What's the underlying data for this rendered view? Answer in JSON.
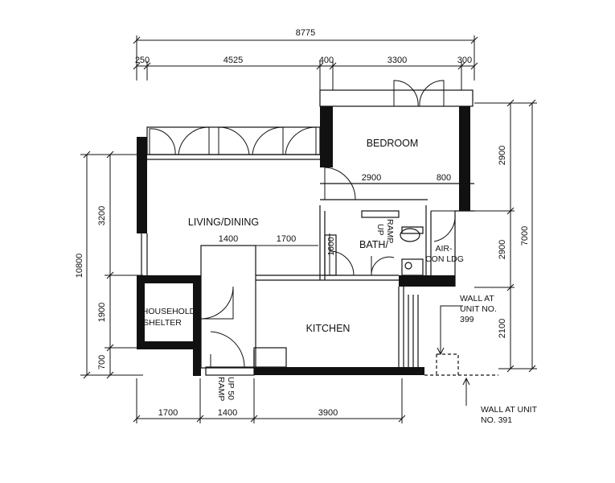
{
  "plan": {
    "dimensions": {
      "overall_width": "8775",
      "top": [
        "250",
        "4525",
        "400",
        "3300",
        "300"
      ],
      "right": [
        "2900",
        "2900",
        "2100"
      ],
      "right_overall": "7000",
      "left": [
        "3200",
        "1900",
        "700"
      ],
      "left_overall": "10800",
      "bottom": [
        "1700",
        "1400",
        "3900"
      ],
      "inner_bedroom": [
        "2900",
        "800"
      ],
      "inner_living": [
        "1400",
        "1700"
      ],
      "bath_width": "1600"
    },
    "rooms": {
      "bedroom": "BEDROOM",
      "living_dining": "LIVING/DINING",
      "kitchen": "KITCHEN",
      "bath": "BATH/",
      "household_shelter_1": "HOUSEHOLD",
      "household_shelter_2": "SHELTER",
      "aircon_1": "AIR-",
      "aircon_2": "CON LDG"
    },
    "ramps": {
      "bath_ramp_1": "RAMP",
      "bath_ramp_2": "UP",
      "entry_ramp_1": "RAMP",
      "entry_ramp_2": "UP 50"
    },
    "notes": {
      "wall_399": [
        "WALL AT",
        "UNIT NO.",
        "399"
      ],
      "wall_391": [
        "WALL AT UNIT",
        "NO. 391"
      ]
    }
  }
}
